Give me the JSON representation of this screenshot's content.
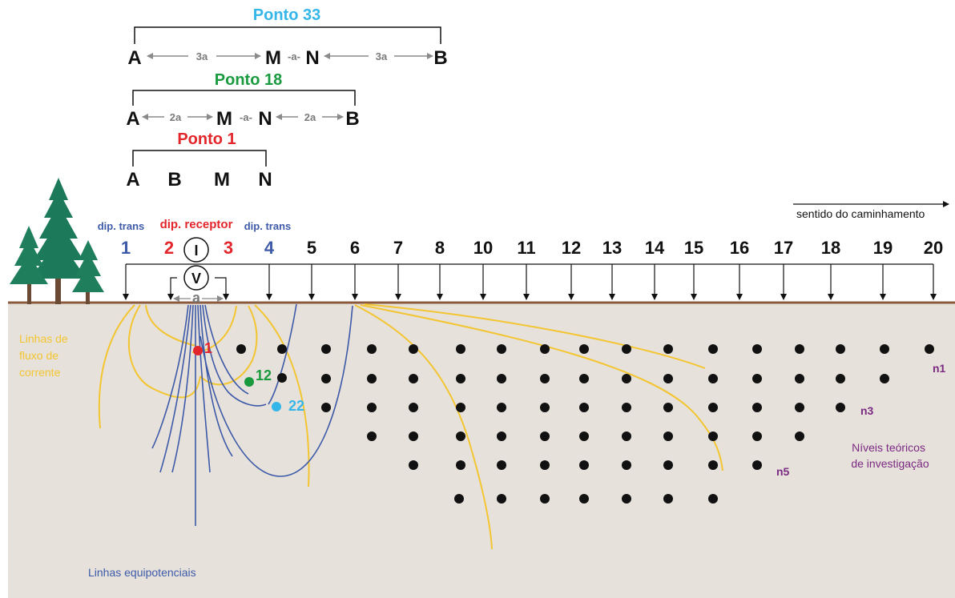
{
  "colors": {
    "red": "#e3262b",
    "green": "#1a9a3f",
    "cyan": "#35b6e9",
    "blue": "#3d5aa8",
    "gold": "#f2c531",
    "purple": "#7a2a82",
    "ground": "#e7e1db",
    "soil_line": "#8b5a3c",
    "gray": "#7a7a7a",
    "tree": "#1c7a5a",
    "trunk": "#6b4a35"
  },
  "arrays": {
    "ponto33": {
      "title": "Ponto 33",
      "letters": [
        "A",
        "M",
        "N",
        "B"
      ],
      "spacing_left": "3a",
      "gap": "-a-",
      "spacing_right": "3a"
    },
    "ponto18": {
      "title": "Ponto 18",
      "letters": [
        "A",
        "M",
        "N",
        "B"
      ],
      "spacing_left": "2a",
      "gap": "-a-",
      "spacing_right": "2a"
    },
    "ponto1": {
      "title": "Ponto 1",
      "letters": [
        "A",
        "B",
        "M",
        "N"
      ]
    }
  },
  "direction_label": "sentido do caminhamento",
  "electrode_labels": {
    "dip_trans_left": "dip. trans",
    "dip_receptor": "dip. receptor",
    "dip_trans_right": "dip. trans"
  },
  "electrodes": [
    "1",
    "2",
    "3",
    "4",
    "5",
    "6",
    "7",
    "8",
    "10",
    "11",
    "12",
    "13",
    "14",
    "15",
    "16",
    "17",
    "18",
    "19",
    "20"
  ],
  "meters": {
    "current": "I",
    "voltage": "V",
    "spacing": "a"
  },
  "points": {
    "p1": "1",
    "p12": "12",
    "p22": "22"
  },
  "levels": {
    "n1": "n1",
    "n3": "n3",
    "n5": "n5"
  },
  "annotations": {
    "flow_lines": [
      "Linhas de",
      "fluxo de",
      "corrente"
    ],
    "equipotential": "Linhas equipotenciais",
    "levels_caption": [
      "Níveis teóricos",
      "de investigação"
    ]
  }
}
